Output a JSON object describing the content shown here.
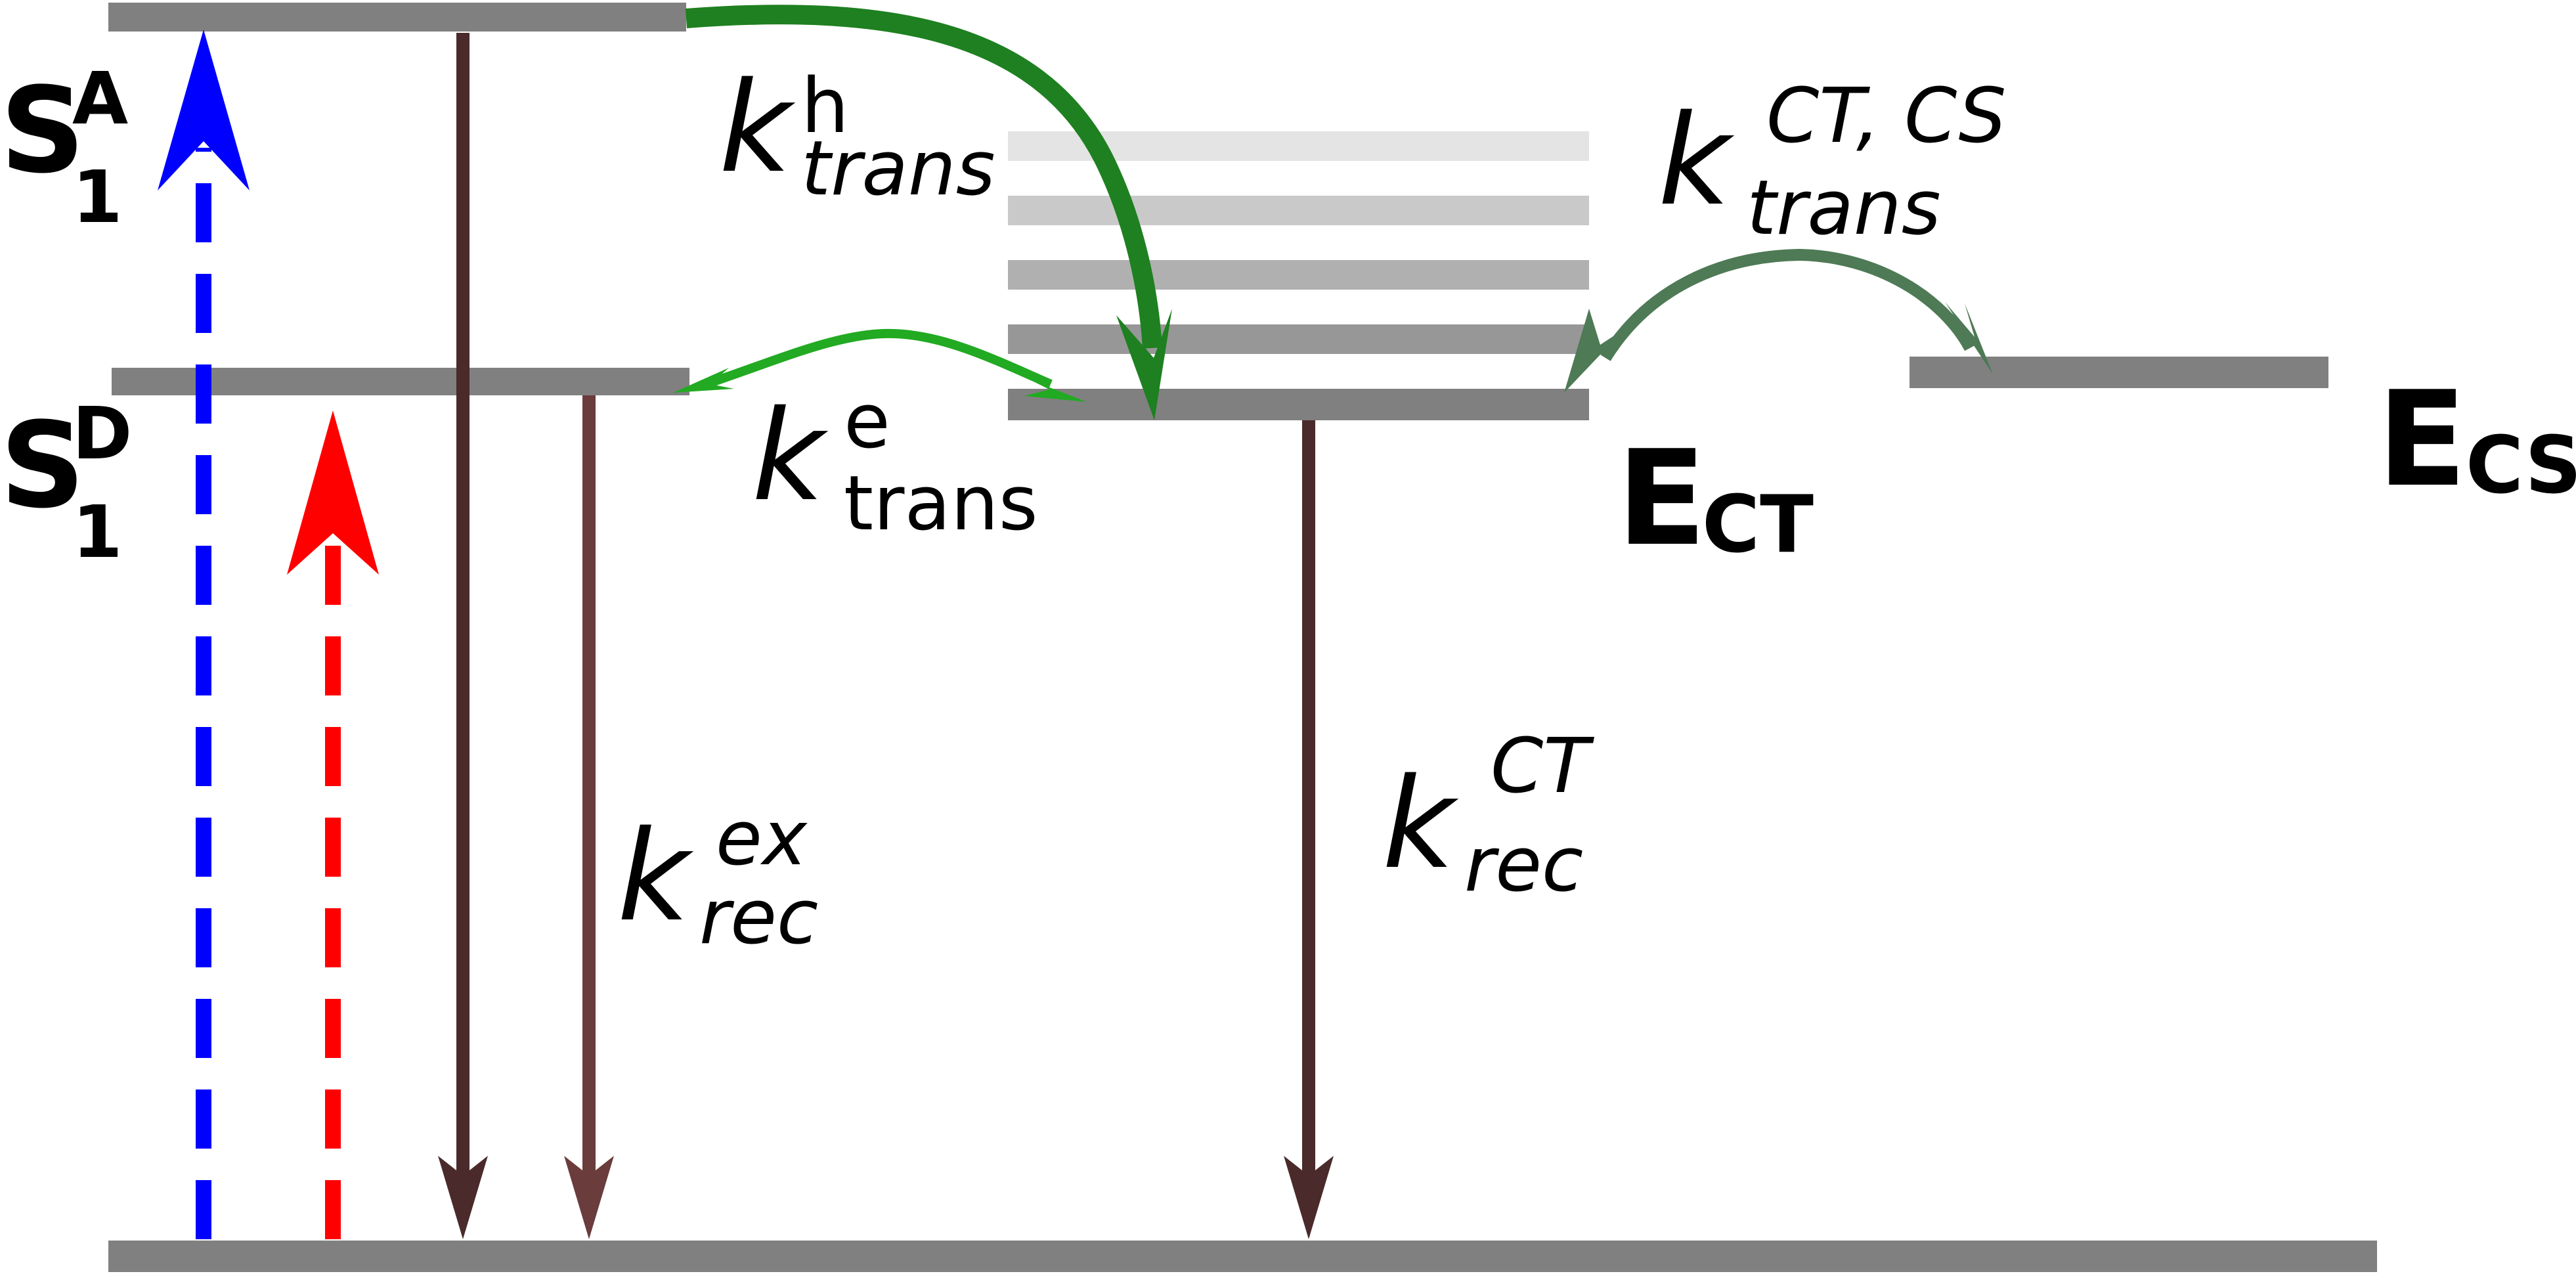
{
  "states": {
    "s1a": {
      "main": "S",
      "sup": "A",
      "sub": "1"
    },
    "s1d": {
      "main": "S",
      "sup": "D",
      "sub": "1"
    },
    "ect": {
      "main": "E",
      "sub": "CT"
    },
    "ecs": {
      "main": "E",
      "sub": "CS"
    }
  },
  "rates": {
    "k_trans_h": {
      "main": "k",
      "sup": "h",
      "sub": "trans"
    },
    "k_trans_e": {
      "main": "k",
      "sup": "e",
      "sub": "trans"
    },
    "k_trans_ct_cs": {
      "main": "k",
      "sup": "CT, CS",
      "sub": "trans"
    },
    "k_rec_ex": {
      "main": "k",
      "sup": "ex",
      "sub": "rec"
    },
    "k_rec_ct": {
      "main": "k",
      "sup": "CT",
      "sub": "rec"
    }
  },
  "colors": {
    "level": "#808080",
    "band_1": "#e4e4e4",
    "band_2": "#c9c9c9",
    "band_3": "#b0b0b0",
    "band_4": "#979797",
    "excitation_blue": "#0000ff",
    "excitation_red": "#ff0000",
    "decay_dark": "#4a2a2a",
    "decay_brown": "#6a3c3c",
    "hole_transfer_green": "#1e8020",
    "electron_transfer_green": "#22aa22",
    "charge_separation_green": "#4e7a55"
  }
}
